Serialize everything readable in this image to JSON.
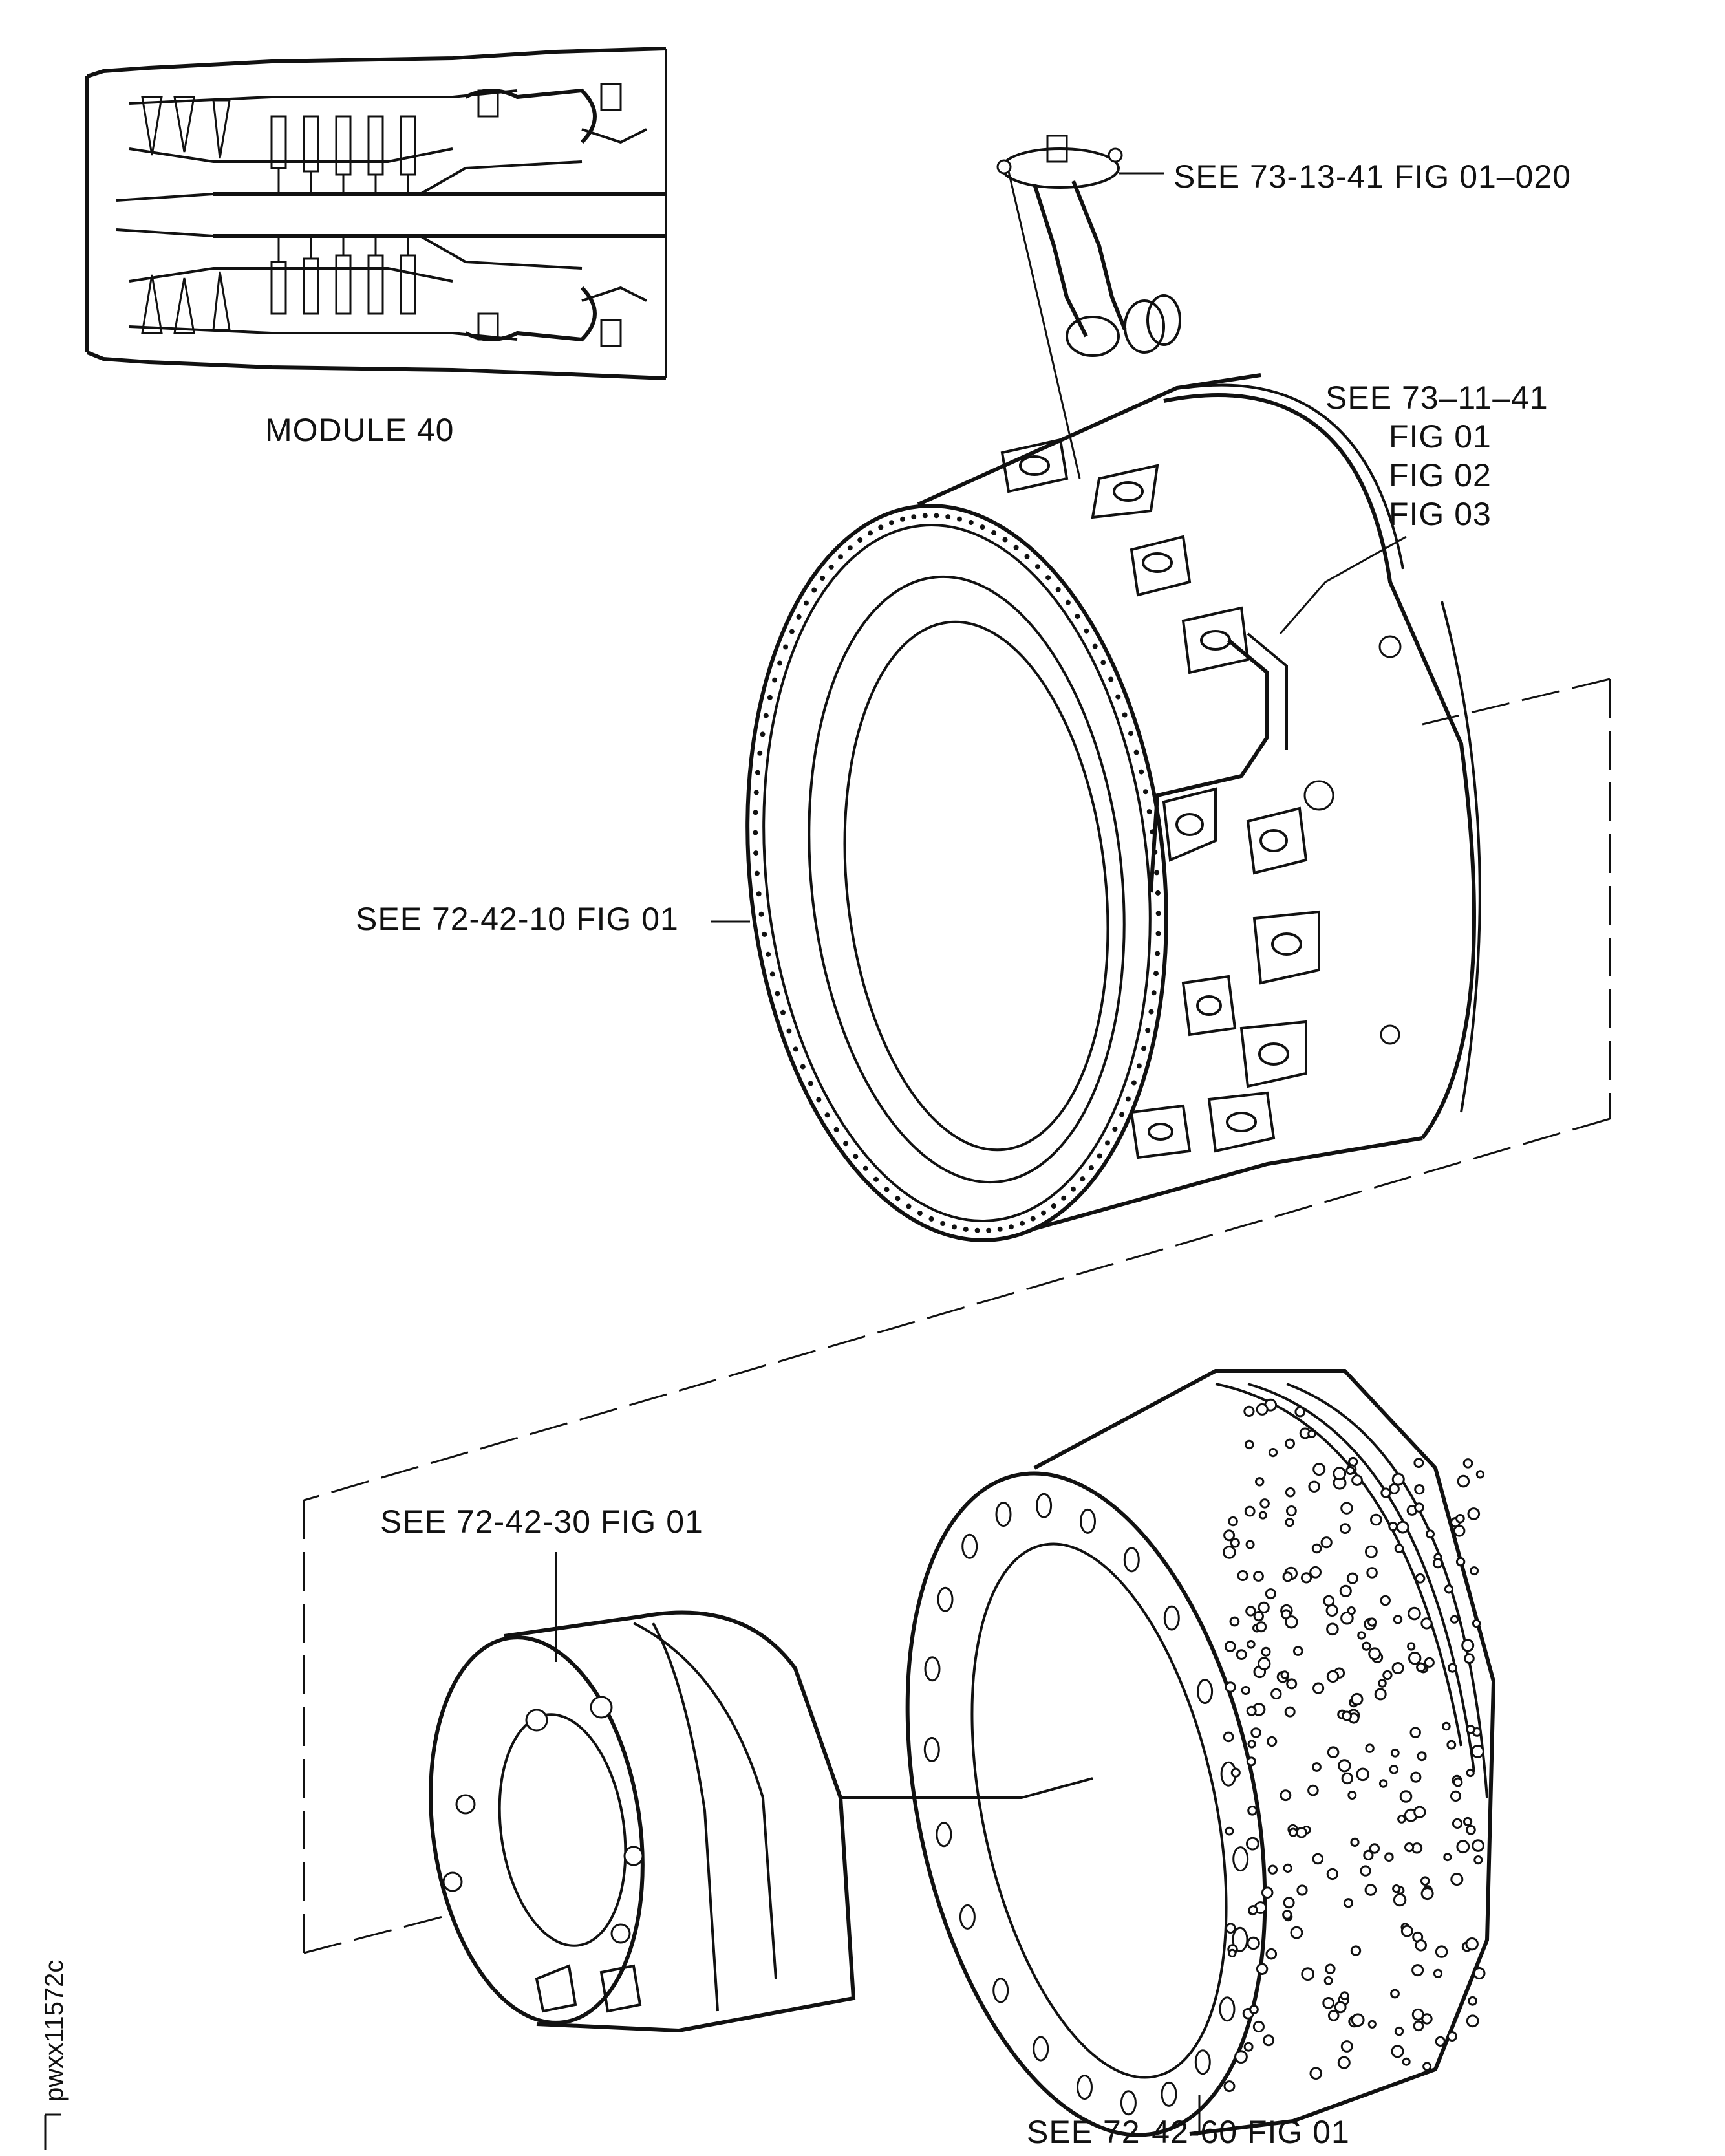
{
  "figure": {
    "inset_label": "MODULE 40",
    "callouts": {
      "top_right": "SEE 73-13-41 FIG 01–020",
      "right_ref": "SEE 73–11–41",
      "right_figs": [
        "FIG 01",
        "FIG 02",
        "FIG 03"
      ],
      "left_mid": "SEE 72-42-10 FIG 01",
      "lower_left": "SEE 72-42-30 FIG 01",
      "bottom": "SEE 72-42-60 FIG 01"
    },
    "drawing_code": "pwxx11572c"
  }
}
